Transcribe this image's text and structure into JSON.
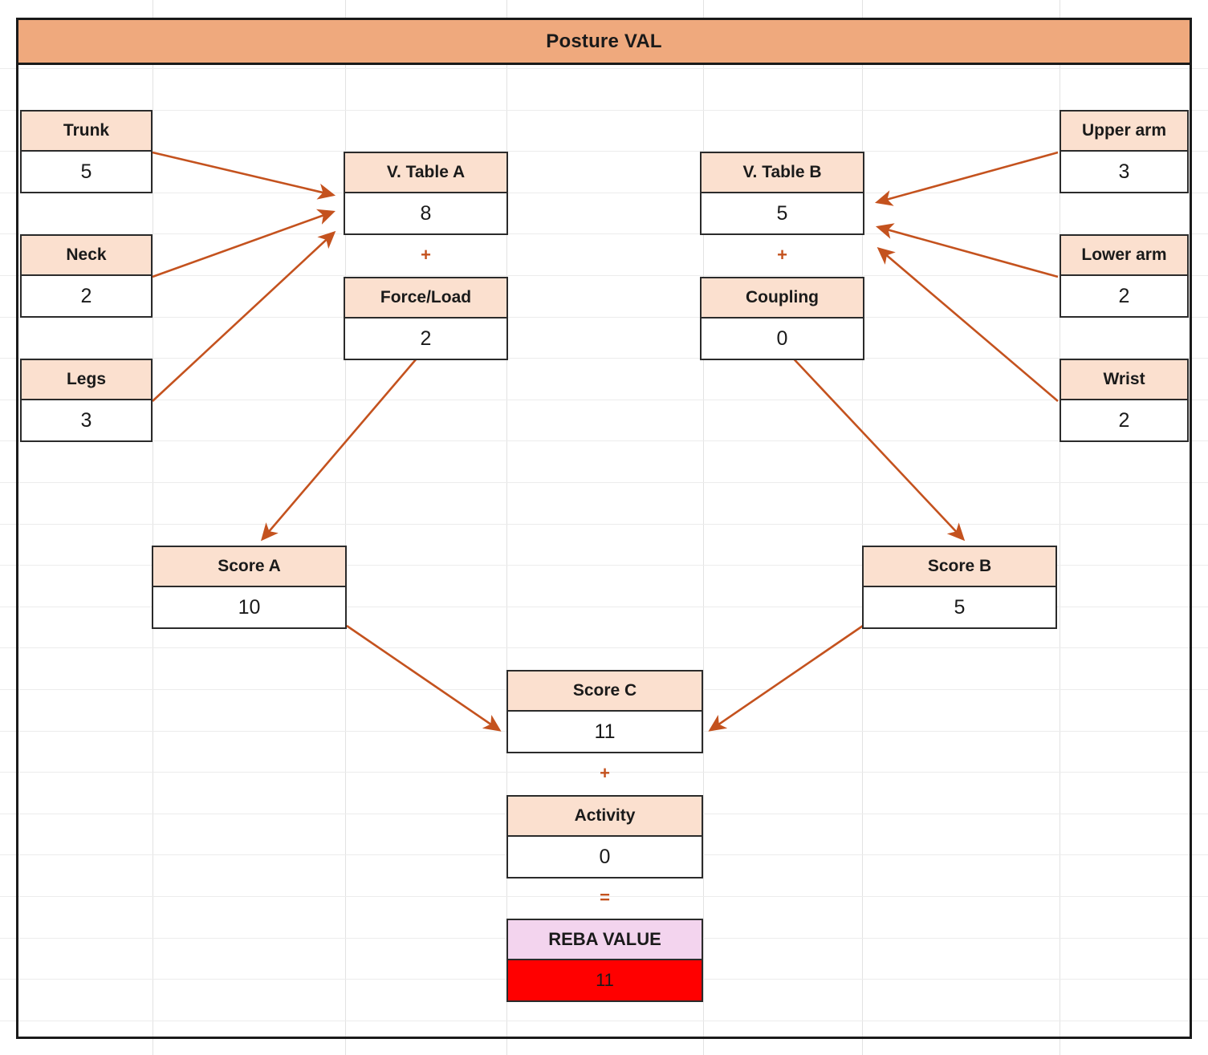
{
  "header": {
    "title": "Posture VAL"
  },
  "colors": {
    "header_bar": "#efa97d",
    "box_header": "#fbe0cf",
    "arrow": "#c4521e",
    "reba_header": "#f3d4ee",
    "reba_value": "#ff0000",
    "border": "#2b2b2b",
    "grid": "#ececec"
  },
  "inputs_left": [
    {
      "label": "Trunk",
      "value": "5"
    },
    {
      "label": "Neck",
      "value": "2"
    },
    {
      "label": "Legs",
      "value": "3"
    }
  ],
  "inputs_right": [
    {
      "label": "Upper arm",
      "value": "3"
    },
    {
      "label": "Lower arm",
      "value": "2"
    },
    {
      "label": "Wrist",
      "value": "2"
    }
  ],
  "group_a": {
    "table": {
      "label": "V. Table A",
      "value": "8"
    },
    "operator": "+",
    "modifier": {
      "label": "Force/Load",
      "value": "2"
    },
    "score": {
      "label": "Score A",
      "value": "10"
    }
  },
  "group_b": {
    "table": {
      "label": "V. Table B",
      "value": "5"
    },
    "operator": "+",
    "modifier": {
      "label": "Coupling",
      "value": "0"
    },
    "score": {
      "label": "Score B",
      "value": "5"
    }
  },
  "final": {
    "score_c": {
      "label": "Score C",
      "value": "11"
    },
    "operator_plus": "+",
    "activity": {
      "label": "Activity",
      "value": "0"
    },
    "operator_equals": "=",
    "reba": {
      "label": "REBA VALUE",
      "value": "11"
    }
  }
}
